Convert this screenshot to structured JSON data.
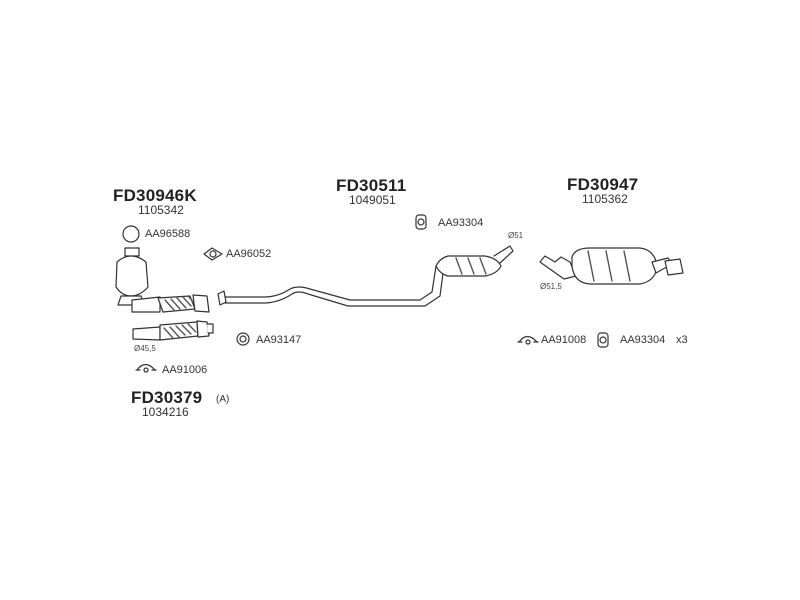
{
  "groups": {
    "cat": {
      "code": "FD30946K",
      "number": "1105342"
    },
    "mid": {
      "code": "FD30511",
      "number": "1049051"
    },
    "rear": {
      "code": "FD30947",
      "number": "1105362"
    },
    "front": {
      "code": "FD30379",
      "suffix": "(A)",
      "number": "1034216"
    }
  },
  "parts": {
    "ring": "AA96588",
    "gasket": "AA96052",
    "hanger_mid": "AA93304",
    "rubber_mount": "AA93147",
    "clamp_front": "AA91006",
    "clamp_rear": "AA91008",
    "hanger_rear": "AA93304",
    "hanger_rear_qty": "x3"
  },
  "diameters": {
    "front_pipe": "Ø45,5",
    "mid_outlet": "Ø51",
    "rear_inlet": "Ø51,5"
  },
  "colors": {
    "line": "#333333",
    "text": "#222222",
    "fill": "#ffffff",
    "hatch": "#555555"
  }
}
